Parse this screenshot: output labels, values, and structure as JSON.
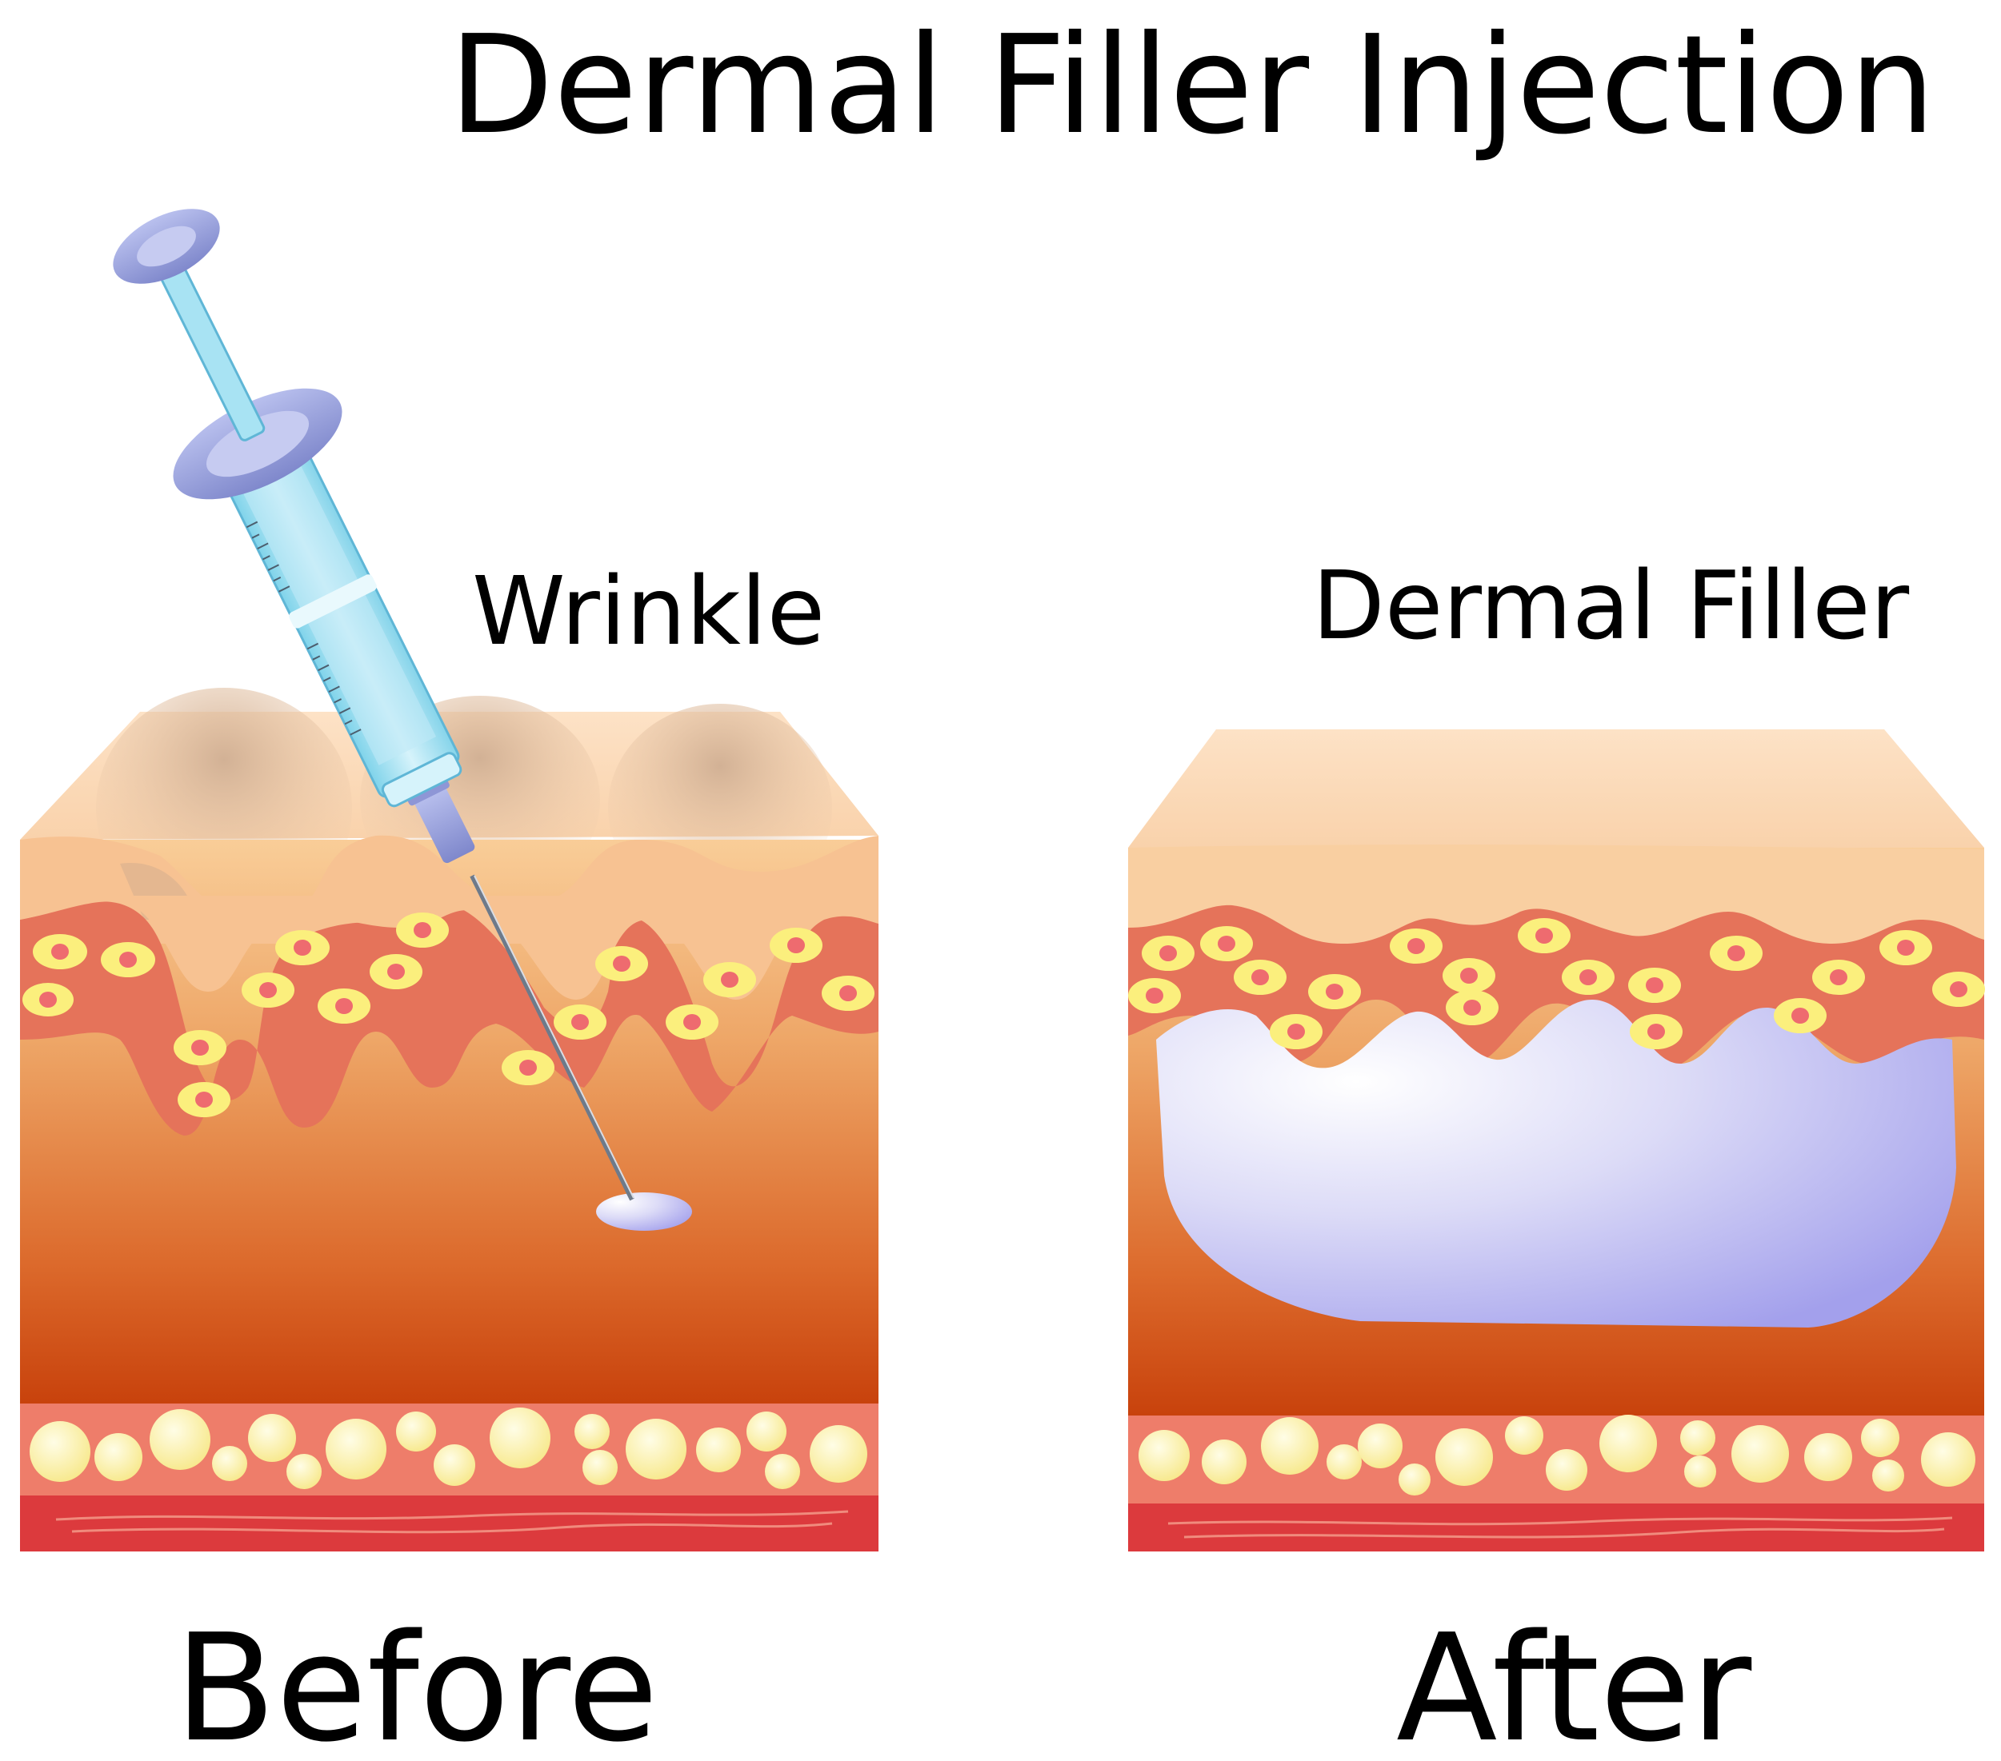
{
  "title": "Dermal Filler Injection",
  "labels": {
    "wrinkle": "Wrinkle",
    "dermal_filler": "Dermal Filler",
    "before": "Before",
    "after": "After"
  },
  "colors": {
    "skin_top": "#fbdcbc",
    "skin_mid": "#f7c795",
    "dermis_dark": "#c8420c",
    "cell_band": "#e5735a",
    "cell_yellow": "#fbef7d",
    "cell_nucleus": "#ee6b6f",
    "fat_layer": "#ee7d6a",
    "fat_globule": "#fbf2a6",
    "muscle": "#dc3a3d",
    "filler": "#a9a6ee",
    "syringe_plunger": "#8e96d6",
    "syringe_barrel": "#a8e3f3"
  },
  "icons": [
    "syringe-icon"
  ]
}
